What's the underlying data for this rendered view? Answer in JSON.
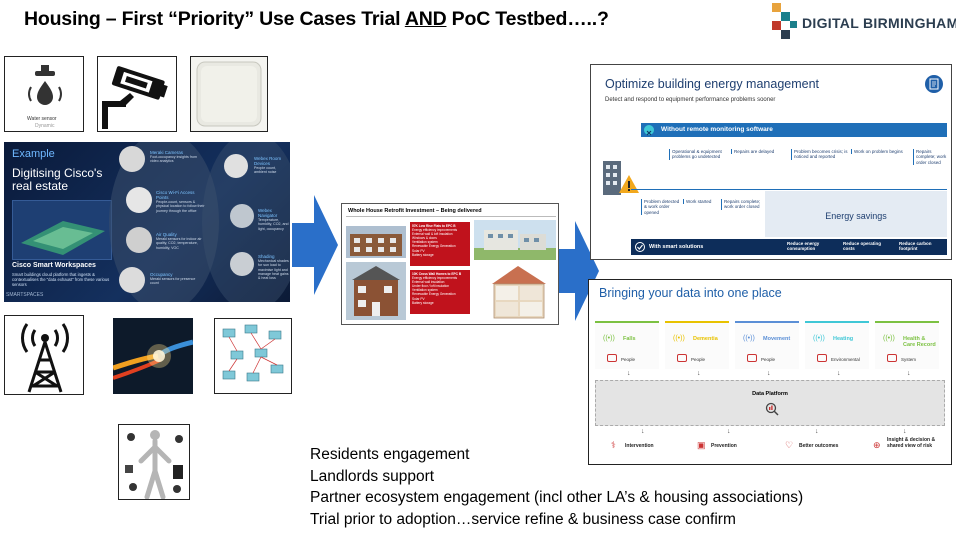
{
  "title": {
    "prefix": "Housing – First “Priority” Use Cases Trial ",
    "emph": "AND",
    "suffix": " PoC Testbed…..?"
  },
  "logo": {
    "text": "DIGITAL BIRMINGHAM"
  },
  "tiles": {
    "water_sensor_caption": "Water sensor",
    "water_sensor_sub": "Dynamic"
  },
  "cisco": {
    "example": "Example",
    "heading": "Digitising Cisco's real estate",
    "workspace_title": "Cisco Smart Workspaces",
    "workspace_desc": "Smart buildings cloud platform that ingests & contextualises the \"data exhaust\" from these various sensors",
    "features": [
      {
        "title": "Meraki Cameras",
        "desc": "Foot-occupancy insights from video analytics"
      },
      {
        "title": "Cisco Wi-Fi Access Points",
        "desc": "People-count, sensors & physical location to follow their journey through the office"
      },
      {
        "title": "Air Quality",
        "desc": "Meraki sensors for indoor air quality, CO2, temperature, humidity, VOC"
      },
      {
        "title": "Occupancy",
        "desc": "Meraki sensors for presence count"
      },
      {
        "title": "Webex Room Devices",
        "desc": "People count, ambient noise"
      },
      {
        "title": "Webex Navigator",
        "desc": "Temperature, humidity, CO2, and light, occupancy"
      },
      {
        "title": "Shading",
        "desc": "Mechanical shades for sun load to maximise light and manage heat gains & heat loss"
      }
    ],
    "footer": "SMARTSPACES"
  },
  "retrofit": {
    "title": "Whole House Retrofit Investment – Being delivered",
    "box1": [
      "57K Low Rise Flats to EPC B",
      "Energy efficiency improvements",
      "External wall & loft insulation",
      "Windows & doors",
      "Ventilation system",
      "Renewable Energy Generation",
      "Solar PV",
      "Battery storage"
    ],
    "box2": [
      "10K Cross Wall Homes to EPC B",
      "Energy efficiency improvements",
      "External wall insulation",
      "Under floor / loft insulation",
      "Ventilation system",
      "Renewable Energy Generation",
      "Solar PV",
      "Battery storage"
    ]
  },
  "energy": {
    "title": "Optimize building energy management",
    "subtitle": "Detect and respond to equipment performance problems sooner",
    "without_label": "Without remote monitoring software",
    "top_steps": [
      "Operational & equipment problems go undetected",
      "Repairs are delayed",
      "Problem becomes crisis; is noticed and reported",
      "Work on problem begins",
      "Repairs complete; work order closed"
    ],
    "bottom_steps": [
      "Problem detected & work order opened",
      "Work started",
      "Repairs complete; work order closed"
    ],
    "savings": "Energy savings",
    "with_label": "With smart solutions",
    "benefits": [
      "Reduce energy consumption",
      "Reduce operating costs",
      "Reduce carbon footprint"
    ]
  },
  "dataplatform": {
    "title": "Bringing your data into one place",
    "sources": [
      {
        "name": "Falls",
        "sub": "People",
        "color": "#7cc142"
      },
      {
        "name": "Dementia",
        "sub": "People",
        "color": "#e8c200"
      },
      {
        "name": "Movement",
        "sub": "People",
        "color": "#5b8fd6"
      },
      {
        "name": "Heating",
        "sub": "Environmental",
        "color": "#3fc7d6"
      },
      {
        "name": "Health & Care Record",
        "sub": "System",
        "color": "#7cc142"
      }
    ],
    "platform": "Data Platform",
    "outcomes": [
      "Intervention",
      "Prevention",
      "Better outcomes",
      "Insight & decision & shared view of risk"
    ]
  },
  "bullets": [
    "Residents engagement",
    "Landlords support",
    "Partner ecosystem engagement (incl other LA’s & housing associations)",
    "Trial prior to adoption…service refine & business case confirm"
  ],
  "colors": {
    "arrow": "#2a6fc9",
    "accent_blue": "#1f5fa8",
    "retrofit_red": "#c0121c",
    "energy_bar": "#1f6fb8"
  }
}
